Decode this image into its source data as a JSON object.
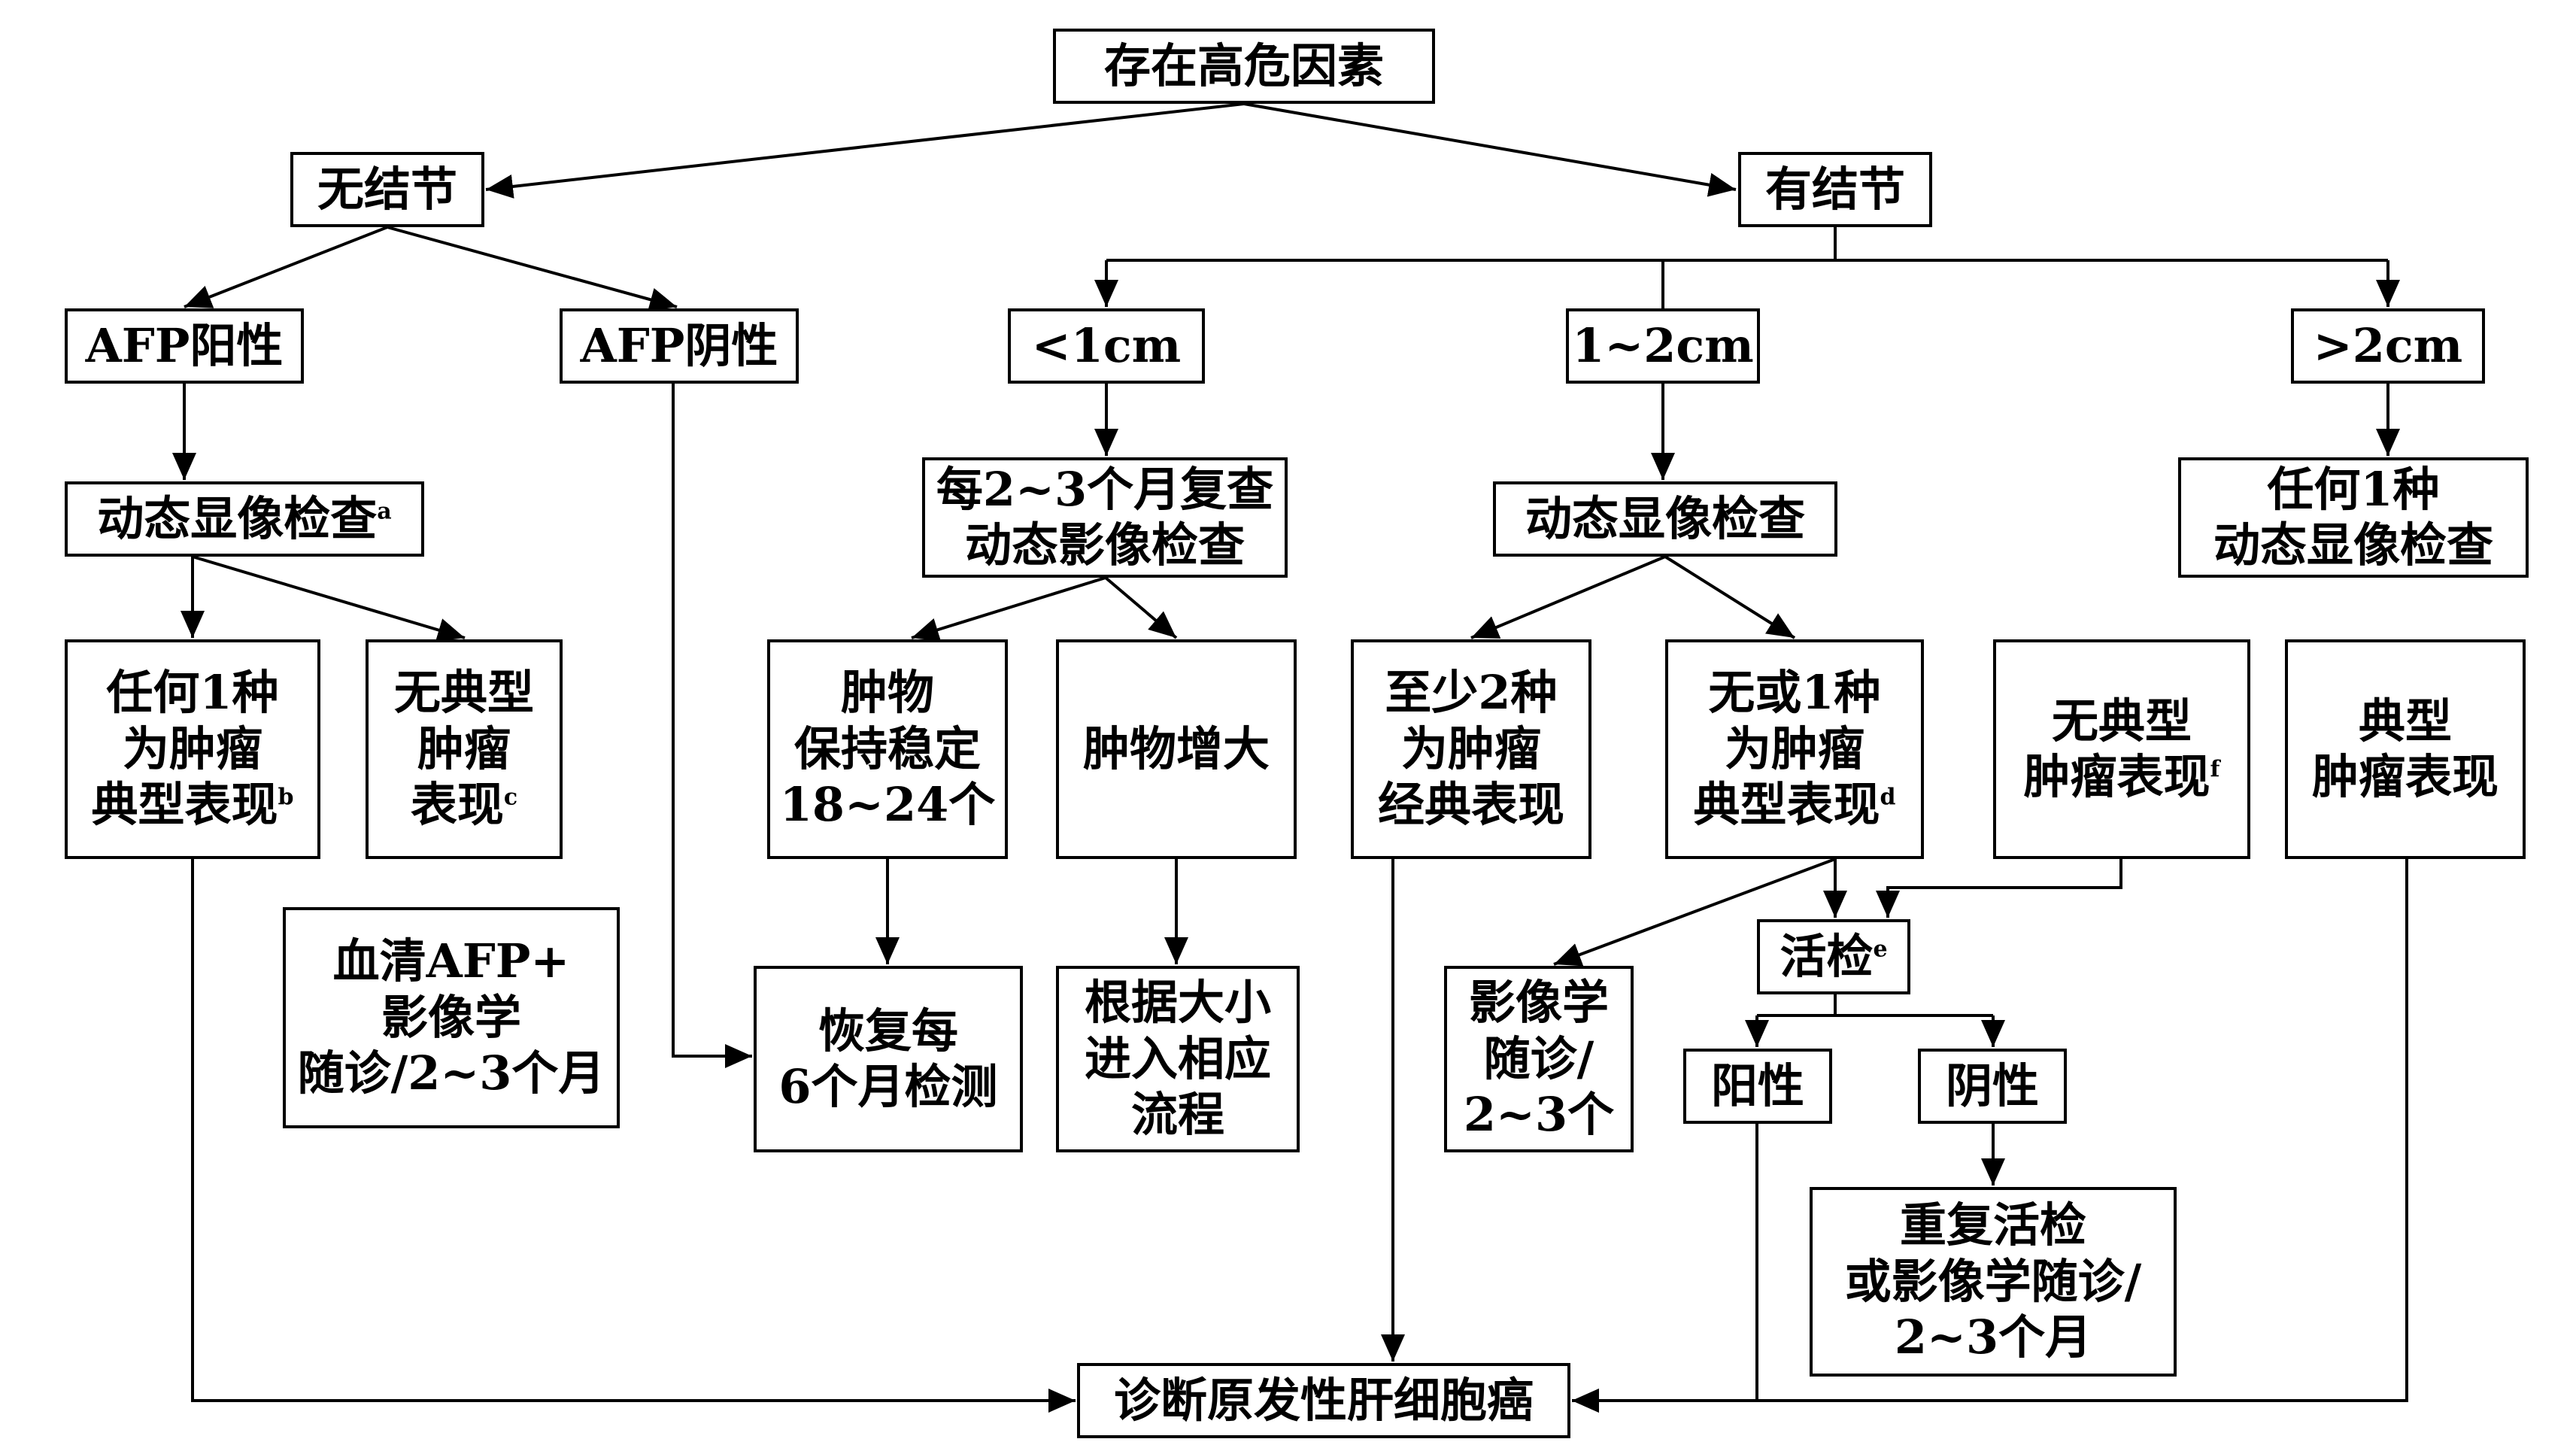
{
  "nodes": {
    "risk": {
      "lines": [
        "存在高危因素"
      ]
    },
    "no_nodule": {
      "lines": [
        "无结节"
      ]
    },
    "has_nodule": {
      "lines": [
        "有结节"
      ]
    },
    "afp_pos": {
      "lines": [
        "AFP阳性"
      ]
    },
    "afp_neg": {
      "lines": [
        "AFP阴性"
      ]
    },
    "lt1cm": {
      "lines": [
        "<1cm"
      ]
    },
    "cm1to2": {
      "lines": [
        "1~2cm"
      ]
    },
    "gt2cm": {
      "lines": [
        ">2cm"
      ]
    },
    "dyn_a": {
      "lines": [
        "动态显像检查"
      ],
      "sup": "a"
    },
    "recheck": {
      "lines": [
        "每2~3个月复查",
        "动态影像检查"
      ]
    },
    "dyn2": {
      "lines": [
        "动态显像检查"
      ]
    },
    "any1_dyn": {
      "lines": [
        "任何1种",
        "动态显像检查"
      ]
    },
    "any1_typ": {
      "lines": [
        "任何1种",
        "为肿瘤",
        "典型表现"
      ],
      "sup": "b"
    },
    "notyp_left": {
      "lines": [
        "无典型",
        "肿瘤",
        "表现"
      ],
      "sup": "c"
    },
    "stable": {
      "lines": [
        "肿物",
        "保持稳定",
        "18~24个"
      ]
    },
    "enlarge": {
      "lines": [
        "肿物增大"
      ]
    },
    "atleast2": {
      "lines": [
        "至少2种",
        "为肿瘤",
        "经典表现"
      ]
    },
    "none_or1": {
      "lines": [
        "无或1种",
        "为肿瘤",
        "典型表现"
      ],
      "sup": "d"
    },
    "notyp_right": {
      "lines": [
        "无典型",
        "肿瘤表现"
      ],
      "sup": "f"
    },
    "typical": {
      "lines": [
        "典型",
        "肿瘤表现"
      ]
    },
    "serum": {
      "lines": [
        "血清AFP+",
        "影像学",
        "随诊/2~3个月"
      ]
    },
    "resume": {
      "lines": [
        "恢复每",
        "6个月检测"
      ]
    },
    "bysize": {
      "lines": [
        "根据大小",
        "进入相应",
        "流程"
      ]
    },
    "biopsy": {
      "lines": [
        "活检"
      ],
      "sup": "e"
    },
    "imgfollow": {
      "lines": [
        "影像学",
        "随诊/",
        "2~3个"
      ]
    },
    "pos": {
      "lines": [
        "阳性"
      ]
    },
    "neg": {
      "lines": [
        "阴性"
      ]
    },
    "rebiopsy": {
      "lines": [
        "重复活检",
        "或影像学随诊/",
        "2~3个月"
      ]
    },
    "diagnosis": {
      "lines": [
        "诊断原发性肝细胞癌"
      ]
    }
  },
  "colors": {
    "line": "#000000",
    "box_border": "#000000",
    "background": "#ffffff"
  }
}
